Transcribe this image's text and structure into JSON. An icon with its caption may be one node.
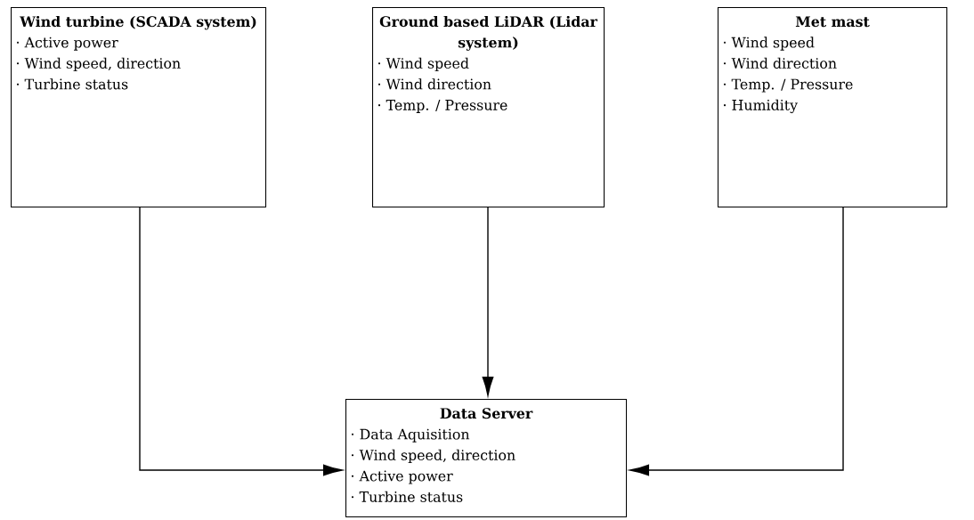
{
  "diagram": {
    "nodes": [
      {
        "text": [
          "Wind turbine (SCADA system)",
          "· Active power",
          "· Wind speed, direction",
          "· Turbine status"
        ]
      },
      {
        "text": [
          "Ground based LiDAR (Lidar system)",
          "· Wind speed",
          "· Wind direction",
          "· Temp. / Pressure"
        ]
      },
      {
        "text": [
          "Met mast",
          "· Wind speed",
          "· Wind direction",
          "· Temp. / Pressure",
          "· Humidity"
        ]
      },
      {
        "text": [
          "Data Server",
          "· Data Aquisition",
          "· Wind speed, direction",
          "· Active power",
          "· Turbine status"
        ]
      }
    ],
    "edges": [
      {
        "from": 0,
        "to": 3,
        "arrow": "to"
      },
      {
        "from": 1,
        "to": 3,
        "arrow": "to"
      },
      {
        "from": 2,
        "to": 3,
        "arrow": "to"
      }
    ]
  }
}
